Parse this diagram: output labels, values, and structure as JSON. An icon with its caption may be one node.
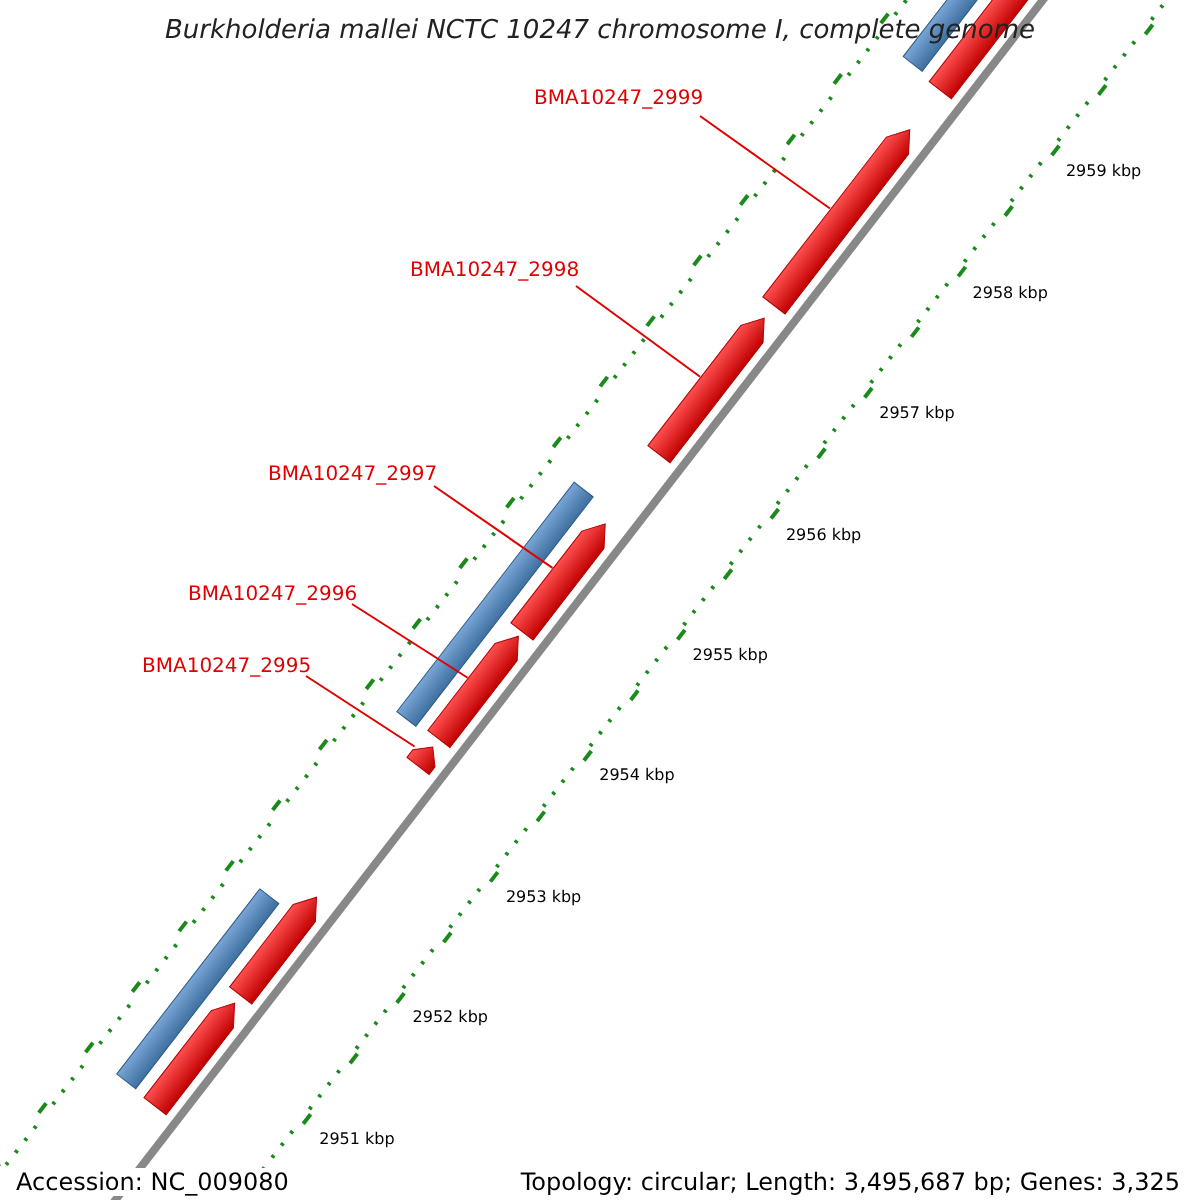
{
  "diagram": {
    "title": "Burkholderia mallei NCTC 10247 chromosome I, complete genome",
    "nodes": [
      {
        "text": [
          "BMA10247_2999"
        ]
      },
      {
        "text": [
          "BMA10247_2998"
        ]
      },
      {
        "text": [
          "BMA10247_2997"
        ]
      },
      {
        "text": [
          "BMA10247_2996"
        ]
      },
      {
        "text": [
          "BMA10247_2995"
        ]
      },
      {
        "text": [],
        "shape": "arrow"
      },
      {
        "text": [],
        "shape": "arrow"
      },
      {
        "text": [],
        "shape": "arrow"
      },
      {
        "text": [],
        "shape": "arrow"
      },
      {
        "text": [],
        "shape": "arrow"
      }
    ],
    "edges": [
      {
        "from": 0,
        "to": 5,
        "arrow": "none"
      },
      {
        "from": 1,
        "to": 6,
        "arrow": "none"
      },
      {
        "from": 2,
        "to": 7,
        "arrow": "none"
      },
      {
        "from": 3,
        "to": 8,
        "arrow": "none"
      },
      {
        "from": 4,
        "to": 9,
        "arrow": "none"
      }
    ],
    "labels": [
      "2959 kbp",
      "2958 kbp",
      "2957 kbp",
      "2956 kbp",
      "2955 kbp",
      "2954 kbp",
      "2953 kbp",
      "2952 kbp",
      "2951 kbp",
      "Accession: NC_009080",
      "Topology: circular; Length: 3,495,687 bp; Genes: 3,325"
    ]
  }
}
